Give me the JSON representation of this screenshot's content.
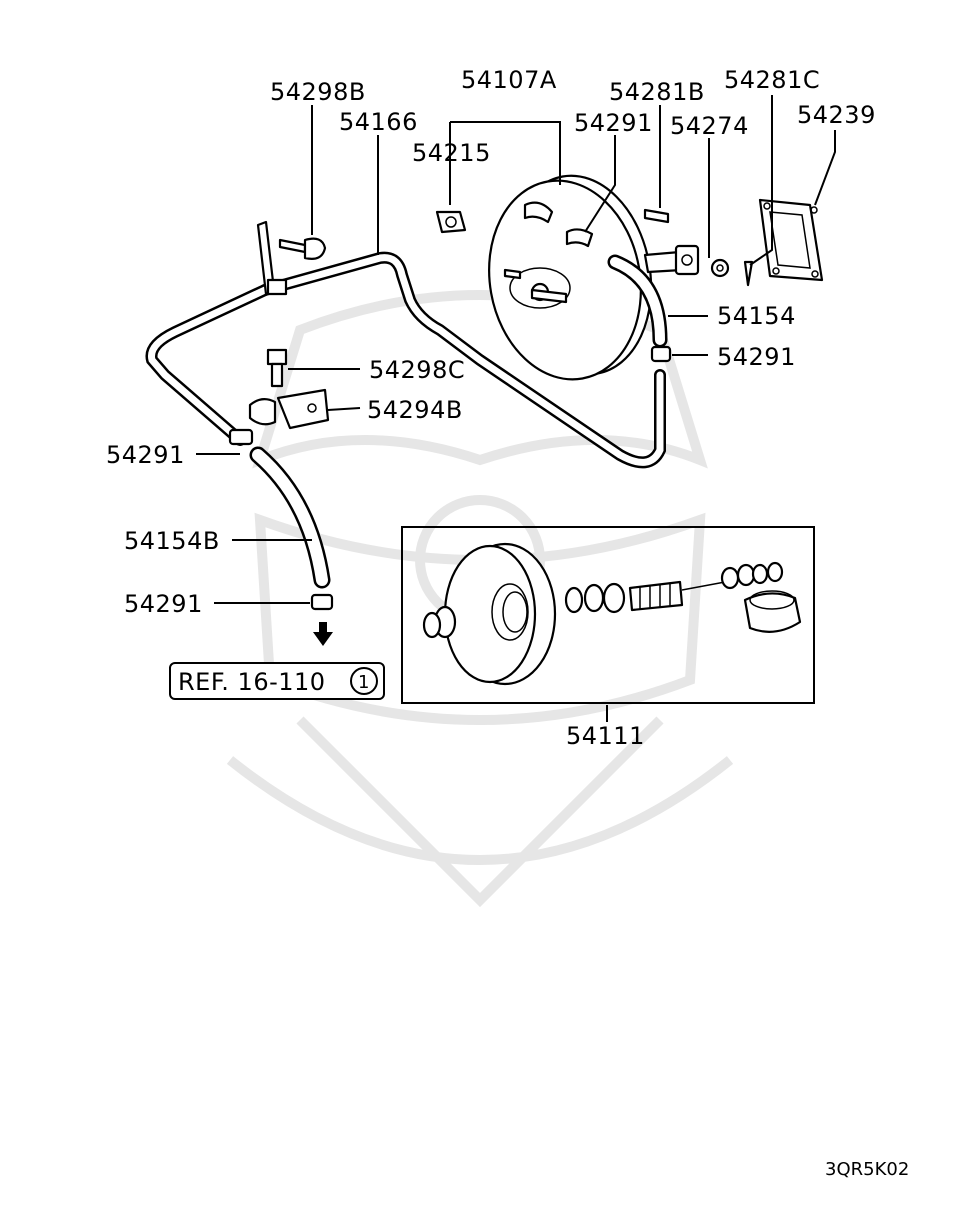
{
  "diagram": {
    "diagram_code": "3QR5K02",
    "reference": {
      "text": "REF. 16-110",
      "circled_number": "1"
    },
    "part_labels": {
      "p54298B": "54298B",
      "p54166": "54166",
      "p54107A": "54107A",
      "p54215": "54215",
      "p54281B": "54281B",
      "p54291_top": "54291",
      "p54274": "54274",
      "p54281C": "54281C",
      "p54239": "54239",
      "p54154": "54154",
      "p54291_right": "54291",
      "p54298C": "54298C",
      "p54294B": "54294B",
      "p54291_left": "54291",
      "p54154B": "54154B",
      "p54291_bottom": "54291",
      "p54111": "54111"
    },
    "icons": [
      "watermark-emblem",
      "down-arrow-icon"
    ]
  }
}
